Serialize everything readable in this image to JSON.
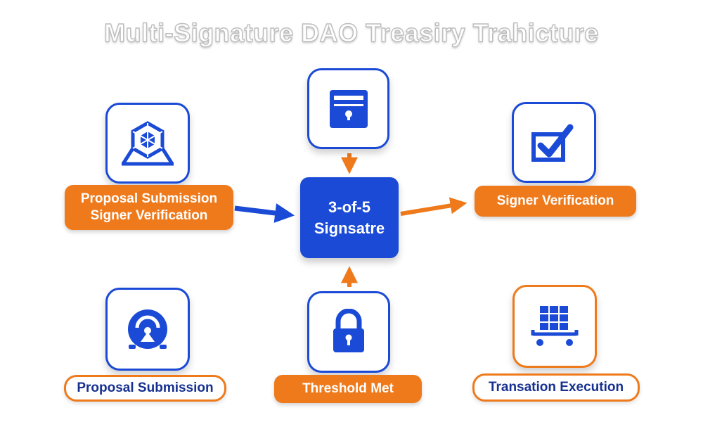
{
  "title": "Multi-Signature DAO Treasiry Trahicture",
  "center": {
    "line1": "3-of-5",
    "line2": "Signsatre"
  },
  "labels": {
    "left_top_line1": "Proposal Submission",
    "left_top_line2": "Signer Verification",
    "right_top": "Signer Verification",
    "left_bottom": "Proposal Submission",
    "center_bottom": "Threshold Met",
    "right_bottom": "Transation Execution"
  },
  "icons": {
    "top_center": "locked-vault-card-icon",
    "top_left": "hexagon-node-icon",
    "top_right": "checkbox-check-icon",
    "bottom_left": "signer-avatar-icon",
    "bottom_center": "padlock-icon",
    "bottom_right": "ledger-cart-icon"
  },
  "colors": {
    "blue": "#1a4ad6",
    "orange": "#ee7a1c",
    "navy": "#16318f"
  }
}
